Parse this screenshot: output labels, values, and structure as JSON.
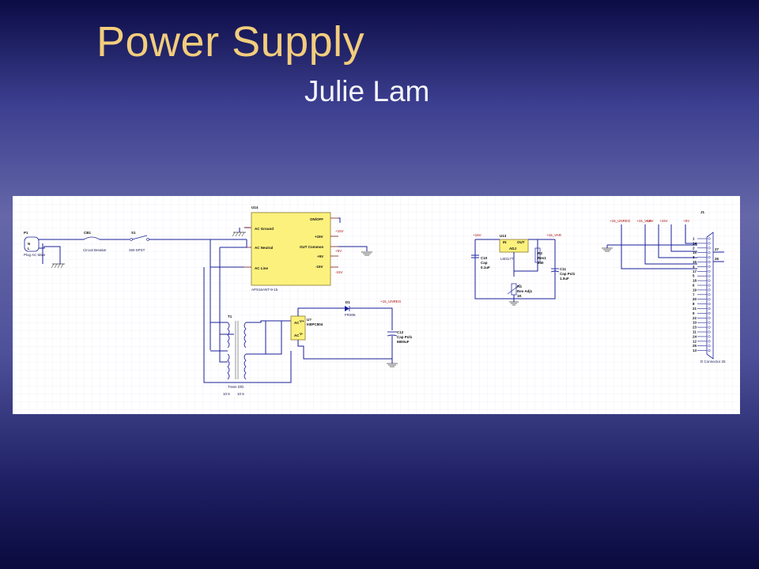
{
  "slide": {
    "title": "Power Supply",
    "subtitle": "Julie Lam"
  },
  "schematic": {
    "components": {
      "p1": {
        "ref": "P1",
        "value": "Plug AC Male"
      },
      "cb1": {
        "ref": "CB1",
        "value": "Circuit Breaker"
      },
      "s1": {
        "ref": "S1",
        "value": "SW-SPST"
      },
      "u14": {
        "ref": "U14",
        "value": "APS16ANT-9-15",
        "pins": [
          "AC Ground",
          "AC Neutral",
          "AC Line",
          "ON/OFF",
          "+15V",
          "OUT Common",
          "+5V",
          "-15V"
        ]
      },
      "t1": {
        "ref": "T1",
        "value": "Trans D/D",
        "ratio_left": "10 5",
        "ratio_right": "10 5"
      },
      "u_bridge": {
        "ref": "U?",
        "value": "KBPC804"
      },
      "d1": {
        "ref": "D1",
        "value": "FR306"
      },
      "c12": {
        "ref": "C12",
        "value": "Cap Pol1",
        "size": "6800uF"
      },
      "u13": {
        "ref": "U13",
        "value": "LM317T",
        "in": "IN",
        "out": "OUT",
        "adj": "ADJ"
      },
      "c10": {
        "ref": "C10",
        "value": "Cap",
        "size": "0.1uF"
      },
      "r3": {
        "ref": "R3",
        "value": "Res1",
        "size": "240"
      },
      "r4": {
        "ref": "R4",
        "value": "Res Adj1",
        "size": "1K"
      },
      "c11": {
        "ref": "C11",
        "value": "Cap Pol1",
        "size": "1.0uF"
      },
      "j1": {
        "ref": "J1",
        "value": "D Connector 25",
        "pins": [
          "1",
          "14",
          "2",
          "15",
          "3",
          "16",
          "4",
          "17",
          "5",
          "18",
          "6",
          "19",
          "7",
          "20",
          "8",
          "21",
          "9",
          "22",
          "10",
          "23",
          "11",
          "24",
          "12",
          "25",
          "13"
        ],
        "extra_pins": [
          "27",
          "26"
        ]
      }
    },
    "net_labels": {
      "plus15": "+15V",
      "plus5": "+5V",
      "minus15": "-15V",
      "unreg": "+15_UNREG",
      "var": "+15_VAR"
    },
    "grid_color": "#e6e6f3",
    "wire_color": "#1a1f9a",
    "body_color": "#fdf17e"
  }
}
